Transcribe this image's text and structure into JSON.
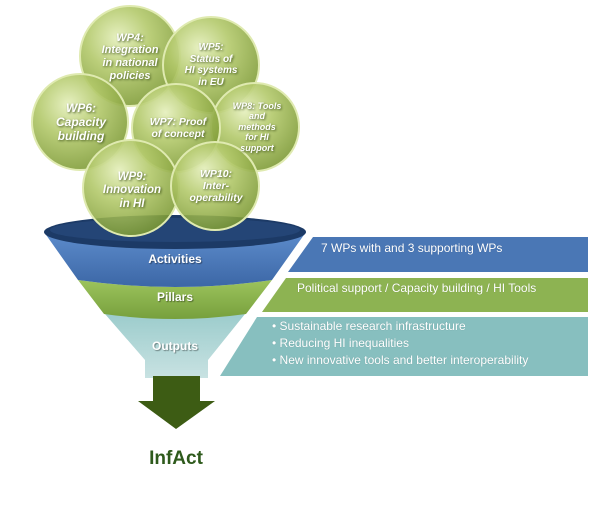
{
  "work_packages": [
    {
      "id": "wp4",
      "label": "WP4:\nIntegration\nin national\npolicies"
    },
    {
      "id": "wp5",
      "label": "WP5:\nStatus of\nHI systems\nin EU"
    },
    {
      "id": "wp6",
      "label": "WP6:\nCapacity\nbuilding"
    },
    {
      "id": "wp7",
      "label": "WP7: Proof\nof concept"
    },
    {
      "id": "wp8",
      "label": "WP8: Tools\nand\nmethods\nfor HI\nsupport"
    },
    {
      "id": "wp9",
      "label": "WP9:\nInnovation\nin HI"
    },
    {
      "id": "wp10",
      "label": "WP10:\nInter-\noperability"
    }
  ],
  "funnel": {
    "activities": "Activities",
    "pillars": "Pillars",
    "outputs": "Outputs"
  },
  "bars": {
    "activities": "7 WPs with and 3 supporting WPs",
    "pillars": "Political support / Capacity building / HI Tools",
    "outputs": [
      "Sustainable research infrastructure",
      "Reducing HI inequalities",
      "New innovative tools and better interoperability"
    ]
  },
  "brand": "InfAct",
  "colors": {
    "activities": "#4a77b5",
    "pillars": "#8db352",
    "outputs": "#87bfbf",
    "bubbles": "#a8c060",
    "arrow": "#3d5c14",
    "brand": "#2e5a1c"
  }
}
